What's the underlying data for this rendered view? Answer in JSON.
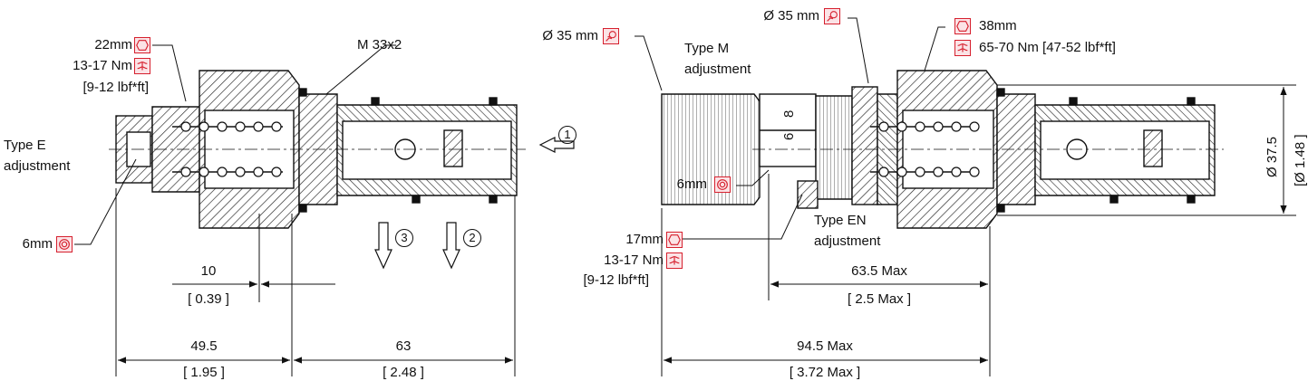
{
  "left_view": {
    "wrench_size": "22mm",
    "torque": "13-17 Nm",
    "torque_imperial": "[9-12 lbf*ft]",
    "thread": "M 33x2",
    "type_label_1": "Type E",
    "type_label_2": "adjustment",
    "hex_key": "6mm",
    "dim_small": "10",
    "dim_small_in": "[ 0.39 ]",
    "dim_a": "49.5",
    "dim_a_in": "[ 1.95 ]",
    "dim_b": "63",
    "dim_b_in": "[ 2.48 ]"
  },
  "right_view": {
    "knob_diameter_left": "Ø 35 mm",
    "knob_diameter_top": "Ø 35 mm",
    "type_m_1": "Type M",
    "type_m_2": "adjustment",
    "body_wrench": "38mm",
    "body_torque": "65-70 Nm [47-52 lbf*ft]",
    "hex_key": "6mm",
    "lock_wrench": "17mm",
    "lock_torque": "13-17 Nm",
    "lock_torque_imperial": "[9-12 lbf*ft]",
    "type_en_1": "Type EN",
    "type_en_2": "adjustment",
    "dim_max": "63.5 Max",
    "dim_max_in": "[ 2.5 Max ]",
    "dim_total": "94.5 Max",
    "dim_total_in": "[ 3.72 Max ]",
    "dia_body": "Ø 37.5",
    "dia_body_in": "[Ø 1.48 ]",
    "scale_8": "8",
    "scale_6": "6"
  },
  "ports": {
    "p1": "1",
    "p2": "2",
    "p3": "3"
  },
  "colors": {
    "accent": "#d6202e",
    "icon_fill": "#fbe3e6",
    "line": "#111111"
  },
  "icons": [
    "hex-wrench-icon",
    "torque-wrench-icon",
    "hex-socket-icon",
    "hand-knob-icon"
  ]
}
